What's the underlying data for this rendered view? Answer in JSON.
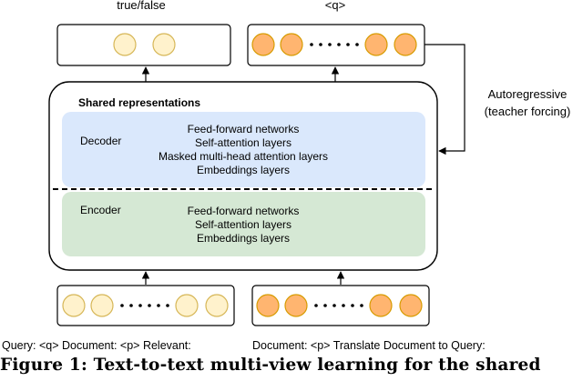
{
  "top_labels": {
    "left": "true/false",
    "right": "<q>"
  },
  "shared": {
    "title": "Shared representations",
    "decoder": {
      "label": "Decoder",
      "layers": [
        "Feed-forward networks",
        "Self-attention layers",
        "Masked multi-head attention layers",
        "Embeddings layers"
      ]
    },
    "encoder": {
      "label": "Encoder",
      "layers": [
        "Feed-forward networks",
        "Self-attention layers",
        "Embeddings layers"
      ]
    }
  },
  "side_label": {
    "line1": "Autoregressive",
    "line2": "(teacher forcing)"
  },
  "bottom_labels": {
    "left": "Query: <q> Document: <p> Relevant:",
    "right": "Document: <p> Translate Document to Query:"
  },
  "caption": "Figure 1: Text-to-text multi-view learning for the shared",
  "colors": {
    "yellow_token_fill": "#fff2cc",
    "yellow_token_stroke": "#d6b656",
    "orange_token_fill": "#ffb570",
    "orange_token_stroke": "#d79b00",
    "decoder_fill": "#dae8fc",
    "encoder_fill": "#d5e8d4"
  }
}
